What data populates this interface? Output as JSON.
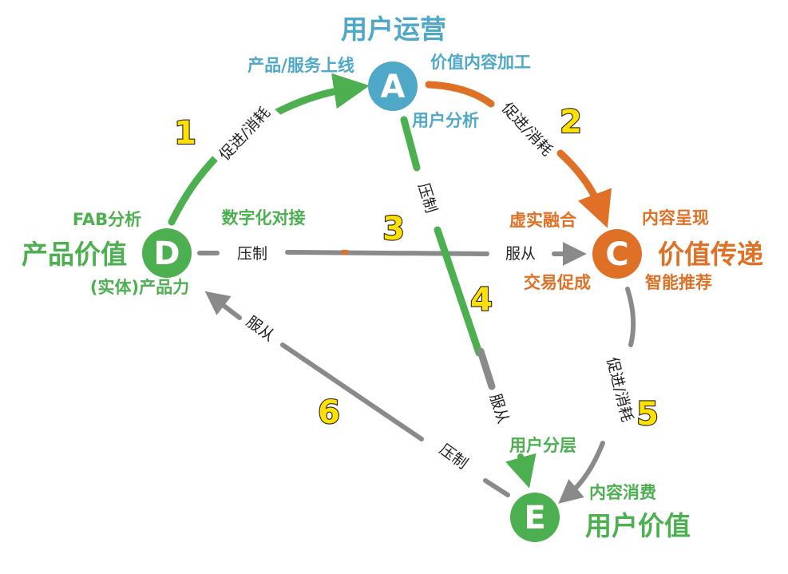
{
  "colors": {
    "blue": "#4fa8c8",
    "green": "#4caf50",
    "orange": "#de7126",
    "gray": "#8a8a8a",
    "number_yellow": "#ffe000"
  },
  "nodes": {
    "A": {
      "letter": "A",
      "title": "用户运营",
      "tags": [
        "产品/服务上线",
        "价值内容加工",
        "用户分析"
      ]
    },
    "C": {
      "letter": "C",
      "title": "价值传递",
      "tags": [
        "虚实融合",
        "内容呈现",
        "交易促成",
        "智能推荐"
      ]
    },
    "D": {
      "letter": "D",
      "title": "产品价值",
      "tags": [
        "FAB分析",
        "数字化对接",
        "(实体)产品力"
      ]
    },
    "E": {
      "letter": "E",
      "title": "用户价值",
      "tags": [
        "用户分层",
        "内容消费"
      ]
    }
  },
  "edges": [
    {
      "number": "1",
      "labels": [
        "促进/消耗"
      ]
    },
    {
      "number": "2",
      "labels": [
        "促进/消耗"
      ]
    },
    {
      "number": "3",
      "labels": [
        "压制",
        "服从"
      ]
    },
    {
      "number": "4",
      "labels": [
        "压制",
        "服从"
      ]
    },
    {
      "number": "5",
      "labels": [
        "促进/消耗"
      ]
    },
    {
      "number": "6",
      "labels": [
        "服从",
        "压制"
      ]
    }
  ]
}
